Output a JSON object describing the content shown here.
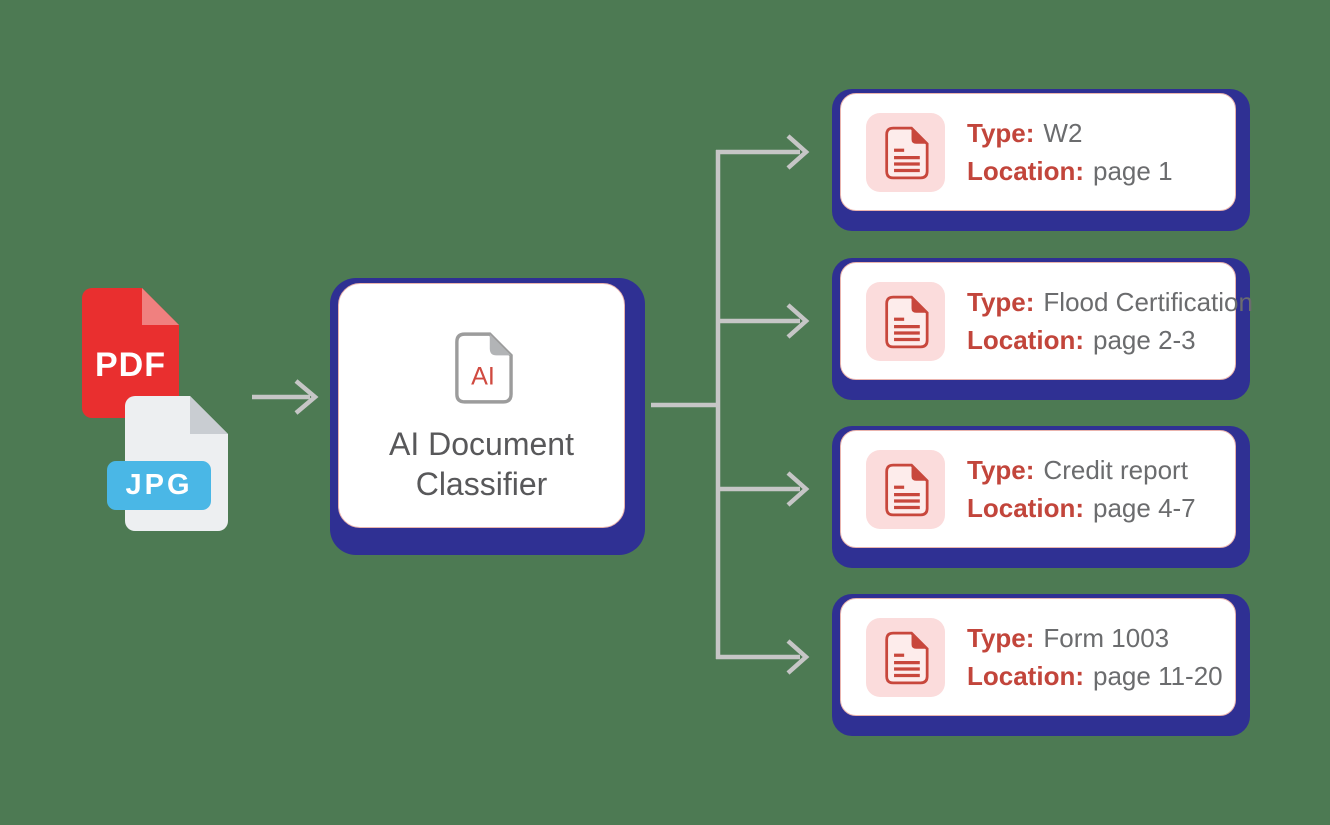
{
  "colors": {
    "bg_green": "#4d7a53",
    "indigo": "#2f3093",
    "line_gray": "#c6c6c6",
    "label_red": "#c2453b",
    "value_gray": "#6b6c6e",
    "title_gray": "#58585a",
    "pink_bg": "#fbdcdc",
    "icon_red": "#c8473c",
    "border_pink": "#eab4ae",
    "pdf_red": "#e92f2f",
    "pdf_fold": "#f0807f",
    "jpg_page": "#edeff1",
    "jpg_fold": "#c9cdd2",
    "jpg_blue": "#4ab7e6",
    "ai_stroke": "#9c9c9c",
    "ai_fold": "#b2b4b6",
    "ai_red": "#d04a40"
  },
  "files": {
    "pdf_label": "PDF",
    "jpg_label": "JPG"
  },
  "classifier": {
    "title": "AI Document Classifier",
    "icon_text": "AI"
  },
  "field_labels": {
    "type": "Type:",
    "location": "Location:"
  },
  "cards": [
    {
      "type": "W2",
      "location": "page 1"
    },
    {
      "type": "Flood Certification",
      "location": "page 2-3"
    },
    {
      "type": "Credit report",
      "location": "page 4-7"
    },
    {
      "type": "Form 1003",
      "location": "page 11-20"
    }
  ]
}
